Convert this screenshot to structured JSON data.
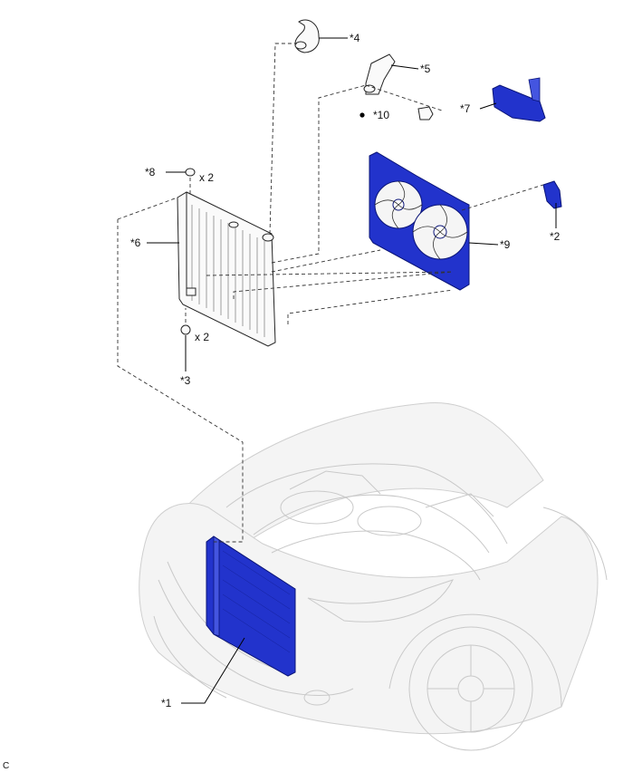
{
  "callouts": {
    "c1": "*1",
    "c2": "*2",
    "c3": "*3",
    "c4": "*4",
    "c5": "*5",
    "c6": "*6",
    "c7": "*7",
    "c8": "*8",
    "c9": "*9",
    "c10": "*10",
    "qty8": "x 2",
    "qty3": "x 2",
    "corner": "C"
  },
  "colors": {
    "highlight": "#2233cc",
    "outline": "#222222"
  }
}
